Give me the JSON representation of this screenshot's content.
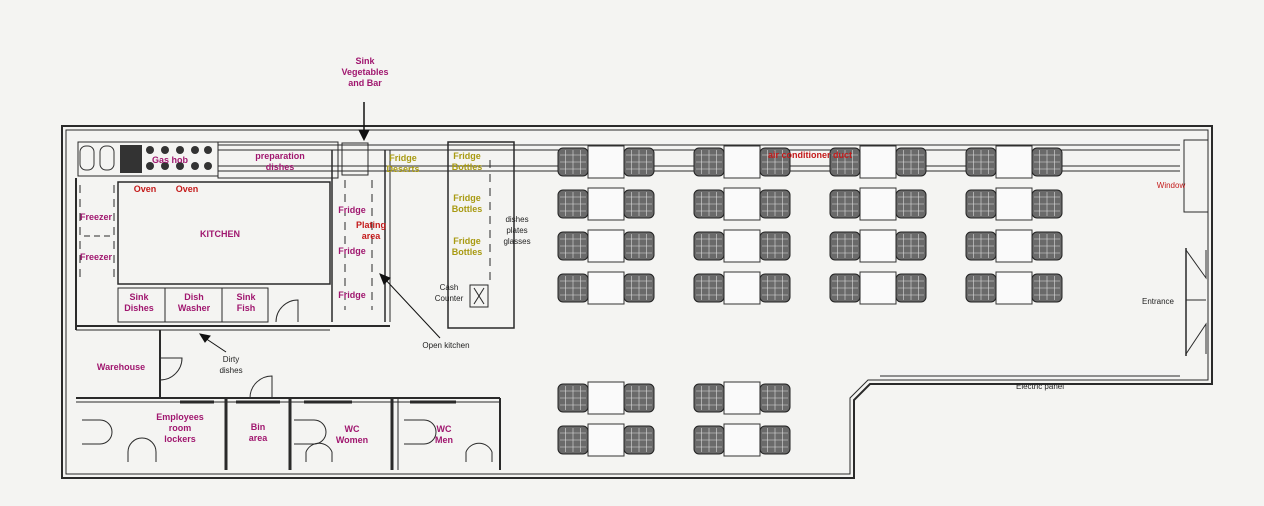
{
  "colors": {
    "wall": "#2a2a2a",
    "label_magenta": "#a0176f",
    "label_yellow": "#a89a12",
    "label_red": "#c41a1a",
    "label_dark": "#222222",
    "chair": "#5a5a5a",
    "background": "#f4f4f2"
  },
  "labels": {
    "sink_veg_bar": "Sink\nVegetables\nand Bar",
    "gas_hob": "Gas hob",
    "preparation_dishes": "preparation\ndishes",
    "oven_1": "Oven",
    "oven_2": "Oven",
    "freezer_1": "Freezer",
    "freezer_2": "Freezer",
    "kitchen": "KITCHEN",
    "fridge_1": "Fridge",
    "fridge_2": "Fridge",
    "fridge_3": "Fridge",
    "plating_area": "Plating\narea",
    "fridge_deserts": "Fridge\nDeserts",
    "fridge_bottles_1": "Fridge\nBottles",
    "fridge_bottles_2": "Fridge\nBottles",
    "fridge_bottles_3": "Fridge\nBottles",
    "dishes_plates_glasses": "dishes\nplates\nglasses",
    "cash_counter": "Cash\nCounter",
    "air_conditioner_duct": "air conditioner duct",
    "window": "Window",
    "entrance": "Entrance",
    "sink_dishes": "Sink\nDishes",
    "dish_washer": "Dish\nWasher",
    "sink_fish": "Sink\nFish",
    "open_kitchen": "Open kitchen",
    "warehouse": "Warehouse",
    "dirty_dishes": "Dirty\ndishes",
    "electric_panel": "Electric panel",
    "employees_room": "Employees\nroom\nlockers",
    "bin_area": "Bin\narea",
    "wc_women": "WC\nWomen",
    "wc_men": "WC\nMen"
  }
}
